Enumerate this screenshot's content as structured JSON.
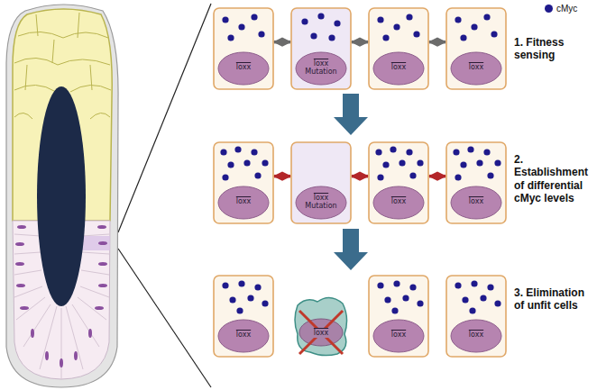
{
  "diagram": {
    "nodes": [
      {
        "text": [
          "loxx"
        ]
      },
      {
        "text": [
          "loxx",
          "Mutation"
        ]
      },
      {
        "text": [
          "loxx"
        ]
      },
      {
        "text": [
          "loxx"
        ]
      },
      {
        "text": [
          "loxx"
        ]
      },
      {
        "text": [
          "loxx",
          "Mutation"
        ]
      },
      {
        "text": [
          "loxx"
        ]
      },
      {
        "text": [
          "loxx"
        ]
      },
      {
        "text": [
          "loxx"
        ]
      },
      {
        "text": [
          "loxx"
        ]
      },
      {
        "text": [
          "loxx"
        ]
      },
      {
        "text": [
          "loxx"
        ]
      }
    ],
    "edges": [
      {
        "from": 0,
        "to": 1,
        "arrow": "both"
      },
      {
        "from": 1,
        "to": 2,
        "arrow": "both"
      },
      {
        "from": 2,
        "to": 3,
        "arrow": "both"
      },
      {
        "from": 4,
        "to": 5,
        "arrow": "both"
      },
      {
        "from": 5,
        "to": 6,
        "arrow": "both"
      },
      {
        "from": 6,
        "to": 7,
        "arrow": "both"
      }
    ],
    "labels": [
      "1. Fitness sensing",
      "2. Establishment of differential cMyc levels",
      "3. Elimination of unfit cells"
    ],
    "legend": [
      {
        "text": "cMyc",
        "color": "#1f1a8c"
      }
    ]
  }
}
